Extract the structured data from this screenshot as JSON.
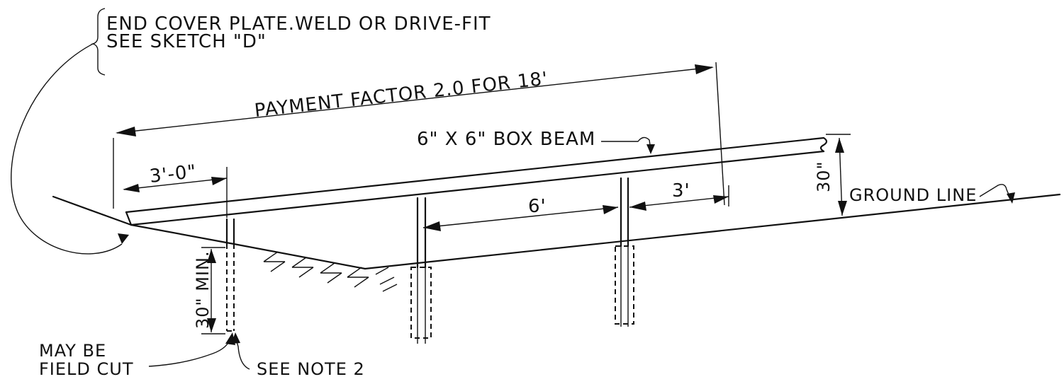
{
  "labels": {
    "end_cover_plate": "END COVER PLATE.WELD OR DRIVE-FIT",
    "see_sketch": "SEE SKETCH \"D\"",
    "payment_factor": "PAYMENT FACTOR 2.0 FOR 18'",
    "box_beam": "6\" X 6\" BOX BEAM",
    "dim_3ft_0in": "3'-0\"",
    "dim_6ft": "6'",
    "dim_3ft": "3'",
    "dim_30in": "30\"",
    "ground_line": "GROUND LINE",
    "dim_30in_min": "30\" MIN.",
    "may_be": "MAY BE",
    "field_cut": "FIELD CUT",
    "see_note_2": "SEE NOTE 2"
  }
}
